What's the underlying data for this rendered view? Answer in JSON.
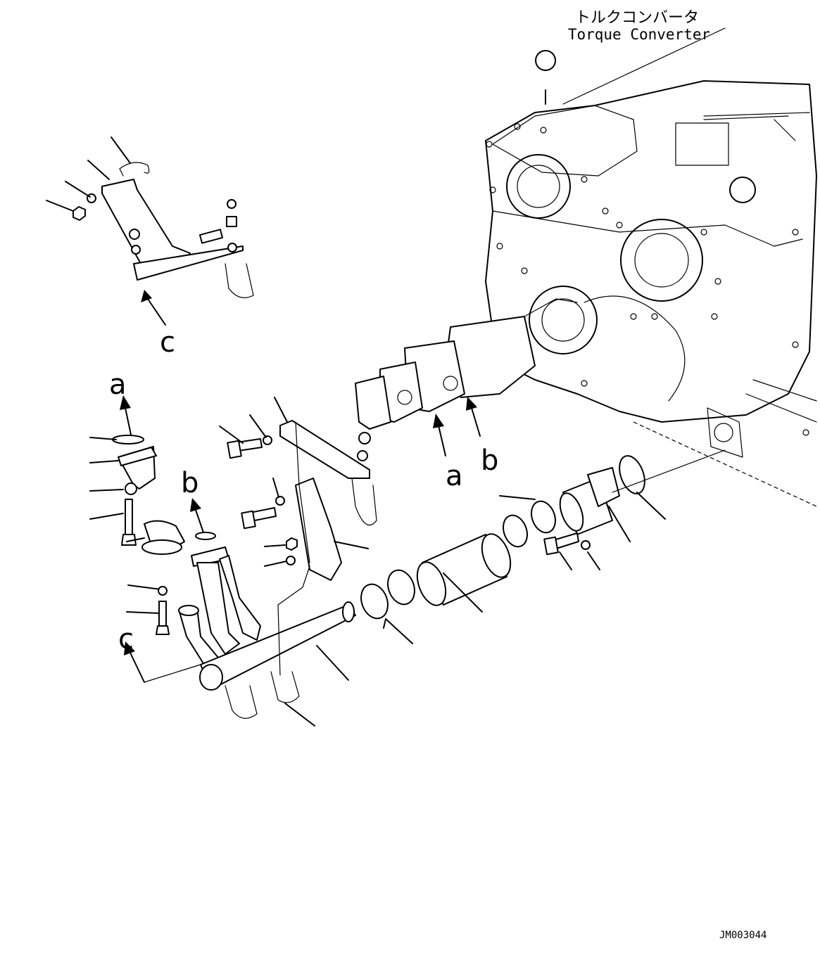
{
  "title_ja": "トルクコンバータ",
  "title_en": "Torque Converter",
  "drawing_number": "JM003044",
  "view_labels": {
    "a_upper": "a",
    "b_upper": "b",
    "c_upper": "c",
    "c_lower": "c",
    "a_lower": "a",
    "b_lower": "b"
  }
}
